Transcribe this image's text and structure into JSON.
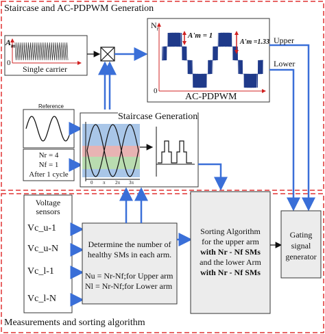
{
  "sections": {
    "top_title": "Staircase and AC-PDPWM Generation",
    "bottom_title": "Measurements and sorting algorithm"
  },
  "carrier_box": {
    "axis_label_A": "A",
    "axis_label_sub": "m",
    "zero": "0",
    "caption": "Single carrier"
  },
  "multiplier": {
    "symbol": "⊠"
  },
  "pdpwm_box": {
    "y_label": "N",
    "y_label_sub": "r",
    "zero": "0",
    "caption": "AC-PDPWM",
    "annot1": "A'm = 1",
    "annot2": "A'm =1.33",
    "out_upper": "Upper",
    "out_lower": "Lower"
  },
  "reference_box": {
    "title": "Reference",
    "nr": "Nr = 4",
    "nf": "Nf = 1",
    "cycle": "After 1 cycle"
  },
  "staircase_box": {
    "title": "Staircase Generation",
    "ticks": [
      "0",
      "π",
      "2π",
      "3π"
    ]
  },
  "voltage_box": {
    "title_line1": "Voltage",
    "title_line2": "sensors",
    "items": [
      "Vc_u-1",
      "Vc_u-N",
      "Vc_l-1",
      "Vc_l-N"
    ]
  },
  "determine_box": {
    "line1": "Determine the number of",
    "line2": "healthy SMs in each arm.",
    "eq1": "Nu = Nr-Nf;for Upper arm",
    "eq2": "Nl = Nr-Nf;for Lower arm"
  },
  "sorting_box": {
    "line1": "Sorting Algorithm",
    "line2": "for the upper arm",
    "line3": "with Nr - Nf SMs",
    "line4": "and the lower Arm",
    "line5": "with Nr - Nf SMs"
  },
  "gating_box": {
    "line1": "Gating",
    "line2": "signal",
    "line3": "generator"
  },
  "colors": {
    "arrow": "#3a6fd8",
    "dashed_border": "#e03030",
    "box_fill": "#ececec",
    "signal": "#1f3a8a",
    "stair_blue": "#a9c6e8",
    "stair_red": "#e8b3b3",
    "stair_green": "#b9dcb0"
  }
}
